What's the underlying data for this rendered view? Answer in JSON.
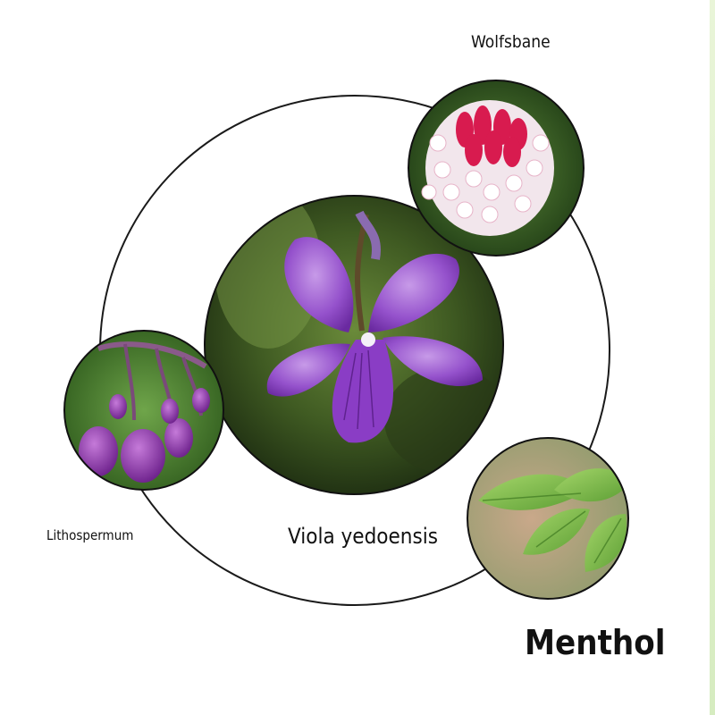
{
  "labels": {
    "center": "Viola yedoensis",
    "top_right": "Wolfsbane",
    "left": "Lithospermum",
    "bottom_right": "Menthol"
  },
  "colors": {
    "background": "#ffffff",
    "ring": "#1a1a1a",
    "violet_petal": "#8e3fc7",
    "red_bud": "#d81b4f",
    "mint_leaf": "#7cbf4a",
    "text": "#111111"
  },
  "images": {
    "center": "violet-flower-photo",
    "top_right": "pink-white-flower-cluster-photo",
    "left": "purple-bell-flowers-photo",
    "bottom_right": "mint-leaves-photo"
  }
}
